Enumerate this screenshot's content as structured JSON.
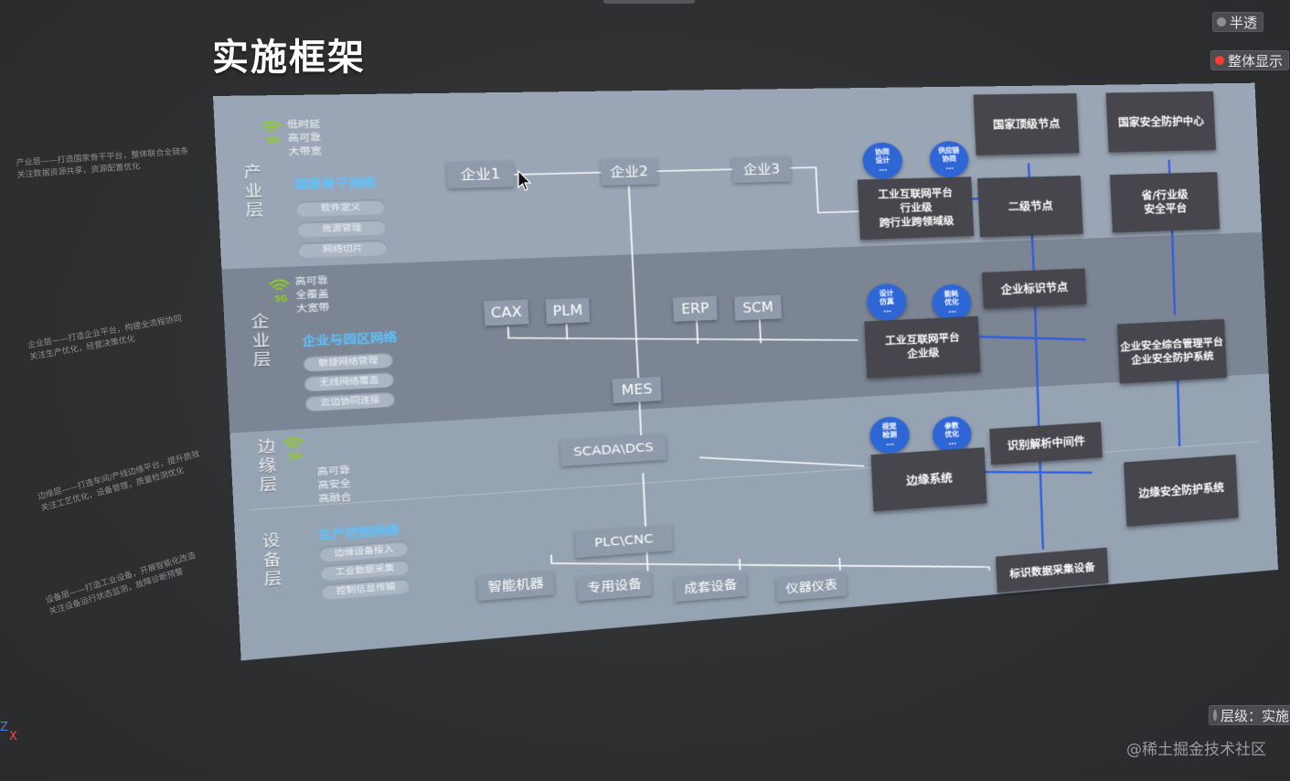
{
  "page_title": "实施框架",
  "controls": {
    "translucent": "半透",
    "overall_display": "整体显示",
    "level": "层级：实施"
  },
  "colors": {
    "five_g_green": "#8bd21b",
    "network_label_blue": "#5cc3ff",
    "blue_link": "#2d5be3",
    "circle_blue": "#2f66d6",
    "record_red": "#ff3b30"
  },
  "axis_labels": {
    "z": "Z",
    "x": "X"
  },
  "watermark": "@稀土掘金技术社区",
  "layers": {
    "industry": {
      "name": "产业层",
      "five_g": "5G",
      "features": [
        "低时延",
        "高可靠",
        "大带宽"
      ],
      "network": "国家骨干网络",
      "pills": [
        "软件定义",
        "资源管理",
        "网络切片"
      ],
      "nodes": [
        "企业1",
        "企业2",
        "企业3"
      ],
      "platform": [
        "工业互联网平台",
        "行业级",
        "跨行业跨领域级"
      ],
      "circles": [
        {
          "text": "协同\n设计\n..."
        },
        {
          "text": "供应链\n协同\n..."
        }
      ],
      "security": [
        "国家顶级节点",
        "国家安全防护中心",
        "二级节点",
        "省/行业级\n安全平台"
      ]
    },
    "enterprise": {
      "name": "企业层",
      "five_g": "5G",
      "features": [
        "高可靠",
        "全覆盖",
        "大宽带"
      ],
      "network": "企业与园区网络",
      "pills": [
        "敏捷网络管理",
        "无线网络覆盖",
        "云边协同连接"
      ],
      "systems": [
        "CAX",
        "PLM",
        "ERP",
        "SCM",
        "MES"
      ],
      "platform": [
        "工业互联网平台",
        "企业级"
      ],
      "circles": [
        {
          "text": "设计\n仿真\n..."
        },
        {
          "text": "能耗\n优化\n..."
        }
      ],
      "id_node": "企业标识节点",
      "security": [
        "企业安全综合管理平台",
        "企业安全防护系统"
      ]
    },
    "edge": {
      "name": "边缘层",
      "five_g": "5G",
      "features": [
        "高可靠",
        "高安全",
        "高融合"
      ],
      "scada": "SCADA\\DCS",
      "circles": [
        {
          "text": "视觉\n检测\n..."
        },
        {
          "text": "参数\n优化\n..."
        }
      ],
      "edge_system": "边缘系统",
      "middleware": "识别解析中间件",
      "security": "边缘安全防护系统"
    },
    "device": {
      "name": "设备层",
      "network": "生产控制网络",
      "pills": [
        "边缘设备接入",
        "工业数据采集",
        "控制信息传输"
      ],
      "plc": "PLC\\CNC",
      "devices": [
        "智能机器",
        "专用设备",
        "成套设备",
        "仪器仪表"
      ],
      "collector": "标识数据采集设备"
    }
  },
  "side_notes": [
    "产业层——打造国家骨干平台，整体联合全链条\n关注数据资源共享，资源配置优化",
    "企业层——打造企业平台，构建全流程协同\n关注生产优化，经营决策优化",
    "边缘层——打造车间/产线边缘平台，提升质效\n关注工艺优化，设备管理，质量检测优化",
    "设备层——打造工业设备，开展智能化改造\n关注设备运行状态监测，故障诊断预警"
  ]
}
